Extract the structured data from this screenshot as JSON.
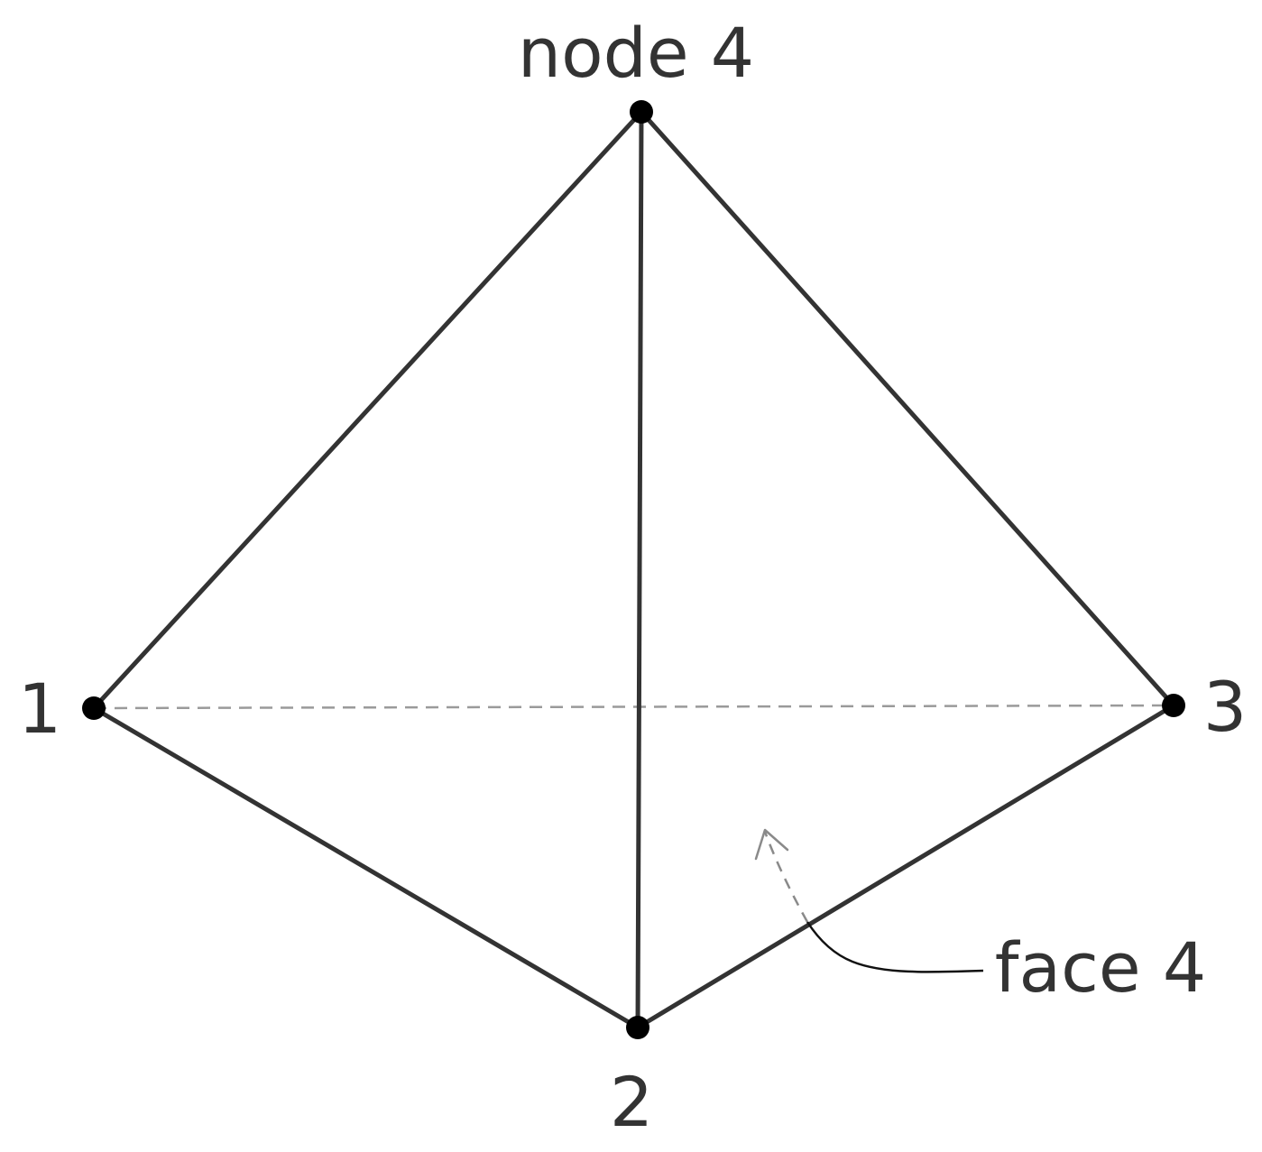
{
  "diagram": {
    "nodes": [
      {
        "id": "1",
        "label": "1"
      },
      {
        "id": "2",
        "label": "2"
      },
      {
        "id": "3",
        "label": "3"
      },
      {
        "id": "4",
        "label": "node 4"
      }
    ],
    "edges": [
      {
        "from": "1",
        "to": "4",
        "style": "solid"
      },
      {
        "from": "4",
        "to": "3",
        "style": "solid"
      },
      {
        "from": "4",
        "to": "2",
        "style": "solid"
      },
      {
        "from": "1",
        "to": "2",
        "style": "solid"
      },
      {
        "from": "2",
        "to": "3",
        "style": "solid"
      },
      {
        "from": "1",
        "to": "3",
        "style": "dashed"
      }
    ],
    "annotations": {
      "face_label": "face 4"
    },
    "colors": {
      "edge": "#333333",
      "hidden_edge": "#9a9a9a",
      "node": "#000000",
      "label": "#333333"
    }
  }
}
